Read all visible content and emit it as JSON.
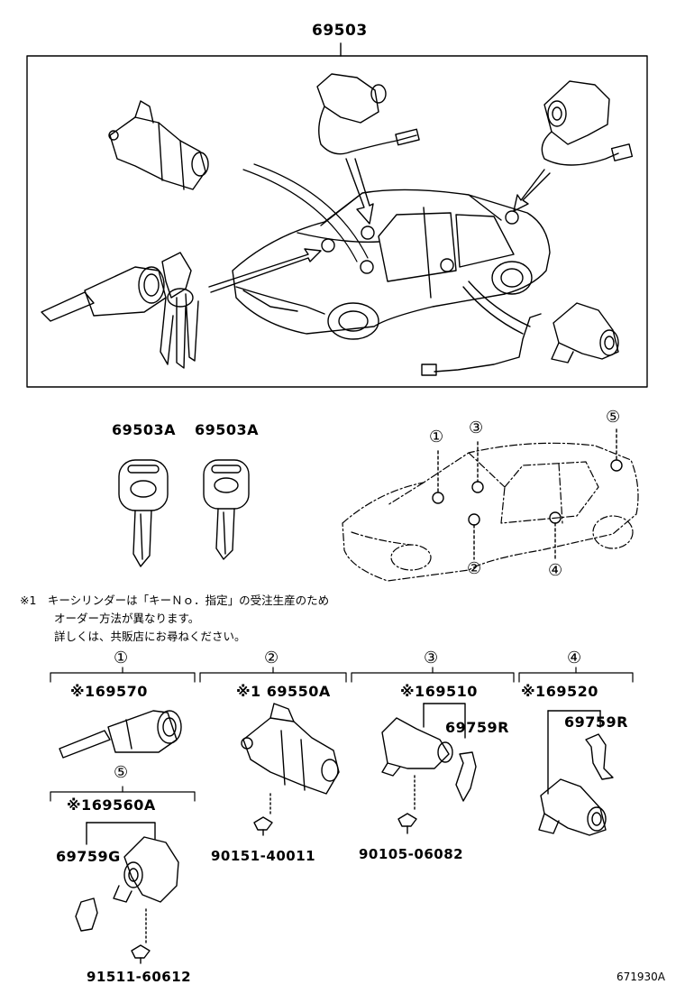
{
  "top_part": "69503",
  "keys": {
    "left": "69503A",
    "right": "69503A"
  },
  "location_markers": [
    "①",
    "②",
    "③",
    "④",
    "⑤"
  ],
  "note_lines": [
    "※1　キーシリンダーは「キーＮｏ．指定」の受注生産のため",
    "オーダー方法が異なります。",
    "詳しくは、共販店にお尋ねください。"
  ],
  "groups": {
    "g1": {
      "marker": "①",
      "part": "※169570"
    },
    "g2": {
      "marker": "②",
      "part": "※1 69550A",
      "screw": "90151-40011"
    },
    "g3": {
      "marker": "③",
      "part": "※169510",
      "sub": "69759R",
      "screw": "90105-06082"
    },
    "g4": {
      "marker": "④",
      "part": "※169520",
      "sub": "69759R"
    },
    "g5": {
      "marker": "⑤",
      "part": "※169560A",
      "sub": "69759G",
      "screw": "91511-60612"
    }
  },
  "diagram_code": "671930A"
}
